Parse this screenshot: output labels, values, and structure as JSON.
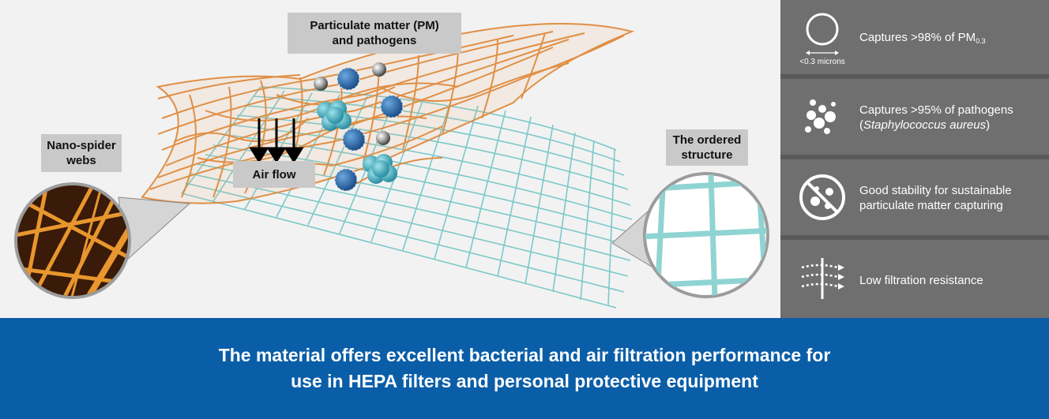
{
  "diagram": {
    "pm_label_line1": "Particulate matter (PM)",
    "pm_label_line2": "and pathogens",
    "nano_label_line1": "Nano-spider",
    "nano_label_line2": "webs",
    "airflow_label": "Air flow",
    "ordered_label_line1": "The ordered",
    "ordered_label_line2": "structure"
  },
  "features": [
    {
      "icon": "circle-size-icon",
      "icon_caption": "<0.3 microns",
      "text_main": "Captures >98% of PM",
      "text_sub": "0.3"
    },
    {
      "icon": "particles-icon",
      "text_line1": "Captures >95% of pathogens",
      "text_line2": "Staphylococcus aureus"
    },
    {
      "icon": "no-pathogen-icon",
      "text_line1": "Good stability for sustainable",
      "text_line2": "particulate matter capturing"
    },
    {
      "icon": "airflow-icon",
      "text_line1": "Low filtration resistance"
    }
  ],
  "banner": {
    "line1": "The material offers excellent bacterial and air filtration performance for",
    "line2": "use in HEPA filters and personal protective equipment"
  },
  "colors": {
    "banner_bg": "#0a5ea8",
    "panel_bg": "#6f6f6f",
    "web_orange": "#e08a3c",
    "grid_teal": "#7cc9c8",
    "pathogen_blue": "#2a6fb0",
    "cluster_teal": "#45b0bf"
  }
}
